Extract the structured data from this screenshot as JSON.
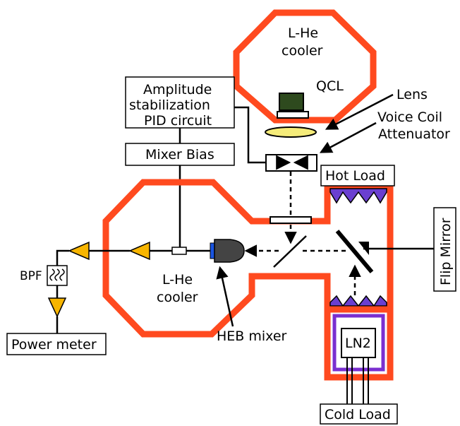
{
  "colors": {
    "cryostat": "#ff4a1f",
    "qcl": "#2e4a1e",
    "lens": "#f5ec7a",
    "amplifier": "#f7b500",
    "absorber": "#6a3fd0",
    "ln2_box": "#7a2fd0",
    "heb_contact": "#1a55e0",
    "heb_body": "#444444",
    "line": "#000000"
  },
  "labels": {
    "top_cooler": [
      "L-He",
      "cooler"
    ],
    "qcl": "QCL",
    "lens": "Lens",
    "voice_coil": [
      "Voice Coil",
      "Attenuator"
    ],
    "pid_box": [
      "Amplitude",
      "stabilization",
      "PID circuit"
    ],
    "mixer_bias": "Mixer Bias",
    "hot_load": "Hot Load",
    "flip_mirror": "Flip Mirror",
    "bpf": "BPF",
    "main_cooler": [
      "L-He",
      "cooler"
    ],
    "heb_mixer": "HEB mixer",
    "power_meter": "Power meter",
    "ln2": "LN2",
    "cold_load": "Cold Load"
  },
  "icons": {
    "amplifiers": [
      "amplifier-icon",
      "amplifier-icon",
      "amplifier-icon"
    ],
    "bpf": "bandpass-filter-icon",
    "heb": "heb-mixer-icon",
    "mirror": "flip-mirror-icon"
  }
}
